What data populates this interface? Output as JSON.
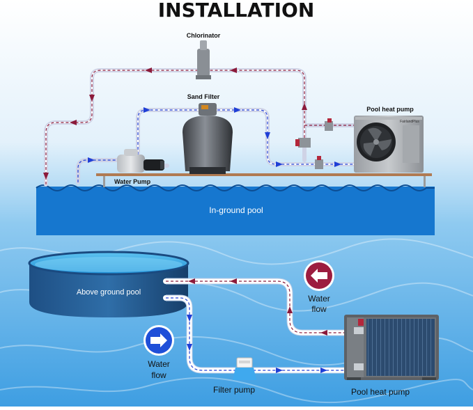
{
  "title": "INSTALLATION",
  "top_diagram": {
    "chlorinator": "Chlorinator",
    "sand_filter": "Sand Filter",
    "pool_heat_pump": "Pool heat pump",
    "heat_pump_brand": "FairlandPlus",
    "water_pump": "Water Pump",
    "pool": "In-ground pool"
  },
  "bottom_diagram": {
    "pool": "Above ground pool",
    "water_flow_return_1": "Water",
    "water_flow_return_2": "flow",
    "water_flow_supply_1": "Water",
    "water_flow_supply_2": "flow",
    "filter_pump": "Filter pump",
    "pool_heat_pump": "Pool heat pump"
  },
  "colors": {
    "return_arrow": "#8b1a3a",
    "supply_arrow": "#1f3fd6",
    "pool_blue": "#1677cf",
    "badge_return": "#9c1c3f",
    "badge_supply": "#1f4fd8"
  }
}
